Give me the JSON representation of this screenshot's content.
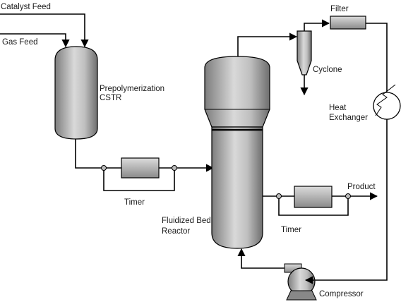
{
  "labels": {
    "catalyst_feed": "Catalyst Feed",
    "gas_feed": "Gas Feed",
    "prepoly_line1": "Prepolymerization",
    "prepoly_line2": "CSTR",
    "timer_left": "Timer",
    "filter": "Filter",
    "cyclone": "Cyclone",
    "heat_line1": "Heat",
    "heat_line2": "Exchanger",
    "product": "Product",
    "fbr_line1": "Fluidized Bed",
    "fbr_line2": "Reactor",
    "timer_right": "Timer",
    "compressor": "Compressor"
  }
}
